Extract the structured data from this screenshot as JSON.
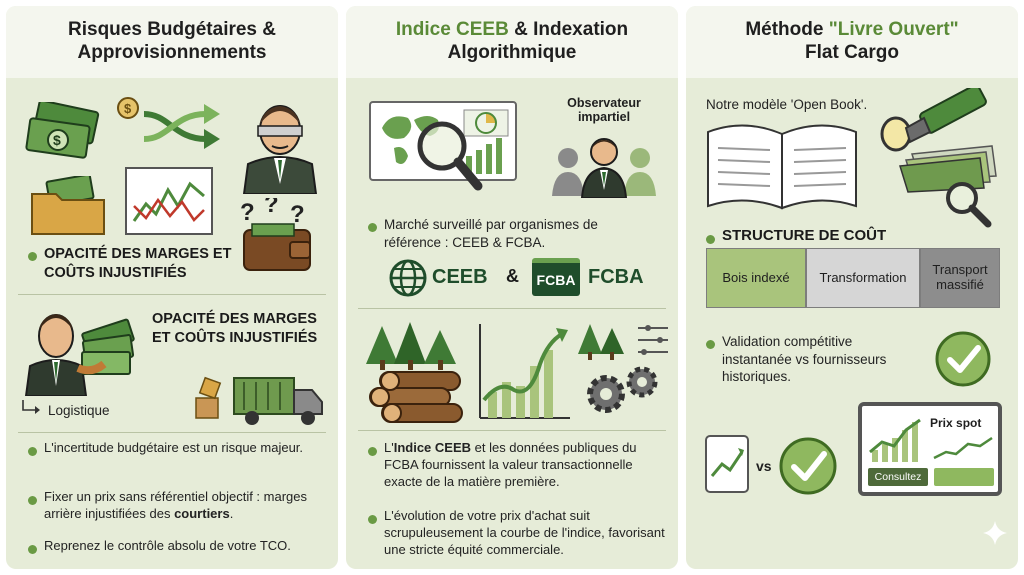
{
  "panel1": {
    "title": "Risques Budgétaires & Approvisionnements",
    "bullet1": "OPACITÉ DES MARGES ET COÛTS INJUSTIFIÉS",
    "heading2": "OPACITÉ DES MARGES ET COÛTS INJUSTIFIÉS",
    "logistics_label": "Logistique",
    "points": [
      {
        "text": "L'incertitude budgétaire est un risque majeur."
      },
      {
        "text": "Fixer un prix sans référentiel objectif : marges arrière injustifiées des ",
        "bold": "courtiers",
        "tail": "."
      },
      {
        "text": "Reprenez le contrôle absolu de votre TCO."
      }
    ]
  },
  "panel2": {
    "title_accent": "Indice CEEB",
    "title_rest": " & Indexation Algorithmique",
    "observer_label": "Observateur impartiel",
    "bullet1": "Marché surveillé par organismes de référence : CEEB & FCBA.",
    "logo_ceeb": "CEEB",
    "logo_amp": "&",
    "logo_fcba_badge": "FCBA",
    "logo_fcba": "FCBA",
    "point1_pre": "L'",
    "point1_bold": "Indice CEEB",
    "point1_rest": " et les données publiques du FCBA fournissent la valeur transactionnelle exacte de la matière première.",
    "point2": "L'évolution de votre prix d'achat suit scrupuleusement la courbe de l'indice, favorisant une stricte équité commerciale."
  },
  "panel3": {
    "title_pre": "Méthode ",
    "title_accent": "\"Livre Ouvert\"",
    "title_line2": "Flat Cargo",
    "subtitle": "Notre modèle 'Open Book'.",
    "structure_title": "STRUCTURE DE COÛT",
    "cost_cells": [
      "Bois indexé",
      "Transformation",
      "Transport massifié"
    ],
    "validation": "Validation compétitive instantanée vs fournisseurs historiques.",
    "vs_label": "vs",
    "spot_label": "Prix spot",
    "consult_label": "Consultez"
  },
  "colors": {
    "panel": "#e6ecd8",
    "accent": "#5a8a37",
    "cell1": "#a9c47c",
    "cell2": "#d6d6d6",
    "cell3": "#8d8d8d"
  }
}
